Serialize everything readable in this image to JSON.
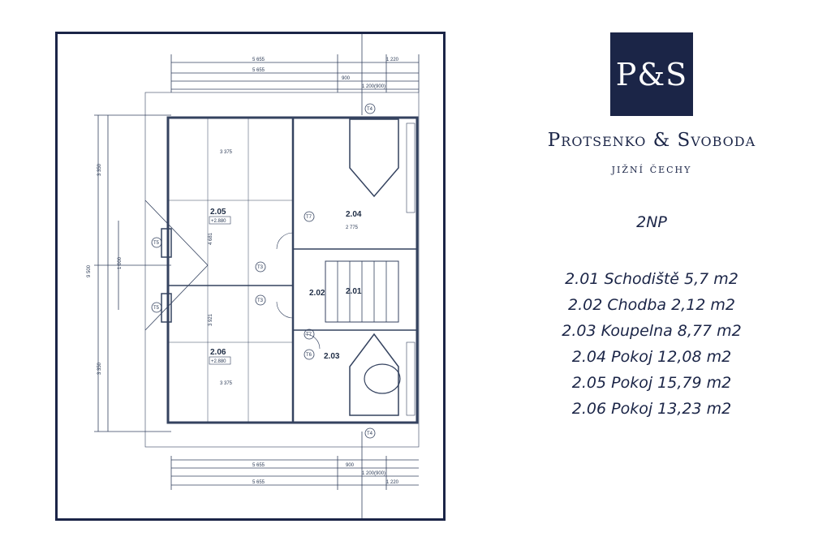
{
  "logo": {
    "text": "P&S"
  },
  "company": {
    "name": "Protsenko & Svoboda",
    "region": "jižní čechy"
  },
  "floor": {
    "label": "2NP"
  },
  "rooms": [
    "2.01 Schodiště 5,7 m2",
    "2.02 Chodba 2,12 m2",
    "2.03 Koupelna 8,77 m2",
    "2.04 Pokoj 12,08 m2",
    "2.05 Pokoj 15,79 m2",
    "2.06 Pokoj 13,23 m2"
  ],
  "plan": {
    "room_labels": [
      "2.05",
      "2.04",
      "2.01",
      "2.02",
      "2.06",
      "2.03"
    ],
    "room_heights": [
      "+2.880",
      "+2.880"
    ],
    "dims_top": [
      "5 655",
      "1 220",
      "5 655",
      "900",
      "1 200(900)"
    ],
    "dims_bottom": [
      "5 655",
      "900",
      "1 200(900)",
      "5 655",
      "1 220"
    ],
    "dims_left": [
      "3 350",
      "9 500",
      "3 350",
      "1 000"
    ],
    "dims_inner": [
      "3 375",
      "3 375",
      "2 775",
      "4 681",
      "3 921"
    ],
    "markers": [
      "T4",
      "T4",
      "T5",
      "T5",
      "T3",
      "T3",
      "T7",
      "T7",
      "T6"
    ]
  },
  "colors": {
    "navy": "#1b2547",
    "line": "#34425f"
  }
}
